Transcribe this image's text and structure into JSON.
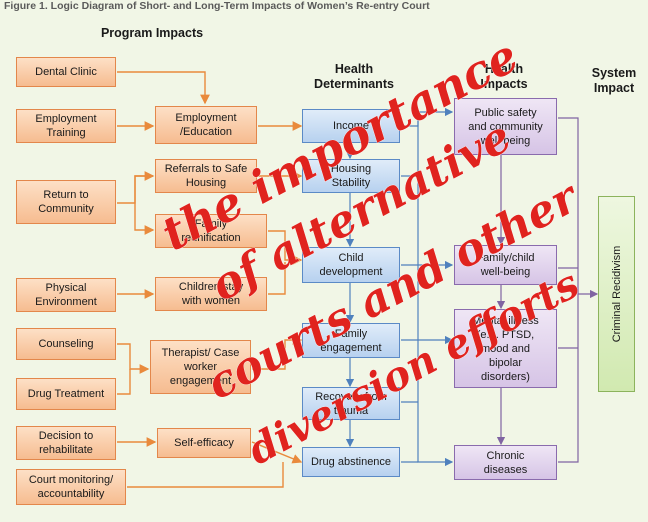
{
  "figure_title": "Figure 1. Logic Diagram of Short- and Long-Term Impacts of Women’s Re-entry Court",
  "headers": {
    "program": "Program Impacts",
    "health_determinants": "Health\nDeterminants",
    "health_impacts": "Health\nImpacts",
    "system_impact": "System\nImpact"
  },
  "program_inputs": [
    "Dental Clinic",
    "Employment\nTraining",
    "Return to\nCommunity",
    "Physical\nEnvironment",
    "Counseling",
    "Drug Treatment",
    "Decision to\nrehabilitate",
    "Court monitoring/\naccountability"
  ],
  "program_outputs": [
    "Employment\n/Education",
    "Referrals to Safe\nHousing",
    "Family\nreunification",
    "Children stay\nwith women",
    "Therapist/ Case\nworker\nengagement",
    "Self-efficacy"
  ],
  "determinants": [
    "Income",
    "Housing\nStability",
    "Child\ndevelopment",
    "Family\nengagement",
    "Recovery from\ntrauma",
    "Drug abstinence"
  ],
  "health_impacts": [
    "Public safety\nand community\nwell-being",
    "Family/child\nwell-being",
    "Mental illness\n(e.g. PTSD,\nmood and\nbipolar\ndisorders)",
    "Chronic\ndiseases"
  ],
  "system_impact": "Criminal Recidivism",
  "handwritten": [
    "the importance",
    "of alternative",
    "courts and other",
    "diversion efforts"
  ],
  "colors": {
    "program": "#f6bc90",
    "determinant": "#b7d1ef",
    "impact": "#d6c4e6",
    "system": "#d1e9b0",
    "orange_arrow": "#e98a3c",
    "blue_arrow": "#4f81bd",
    "purple_arrow": "#8064a2",
    "handwriting": "#e0231e"
  }
}
